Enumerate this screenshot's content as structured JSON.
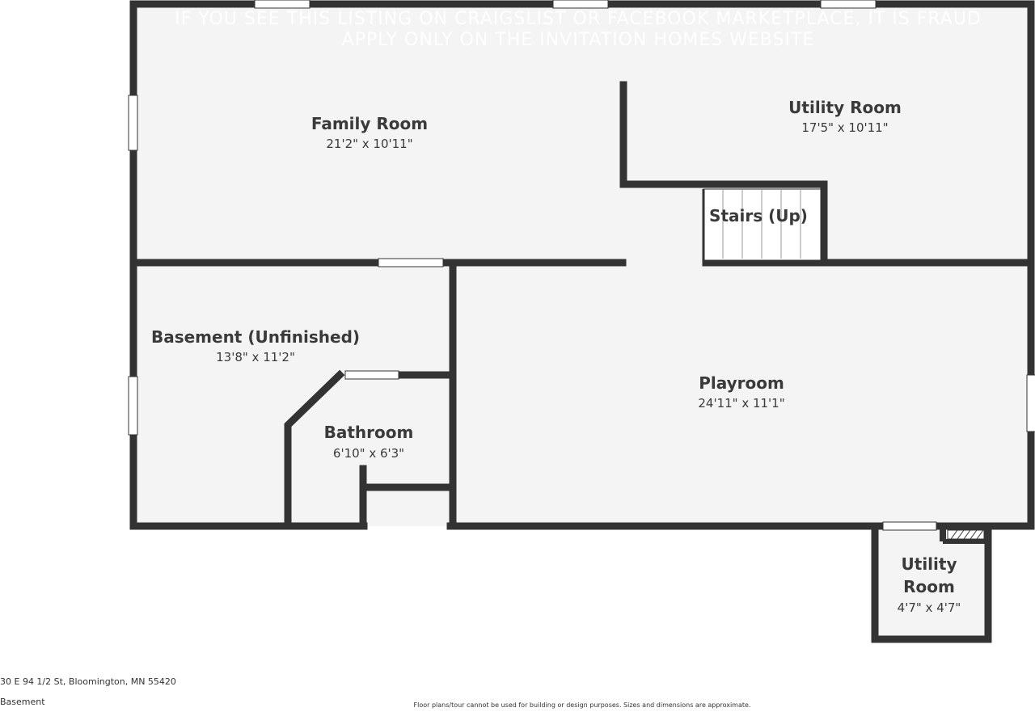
{
  "watermark": {
    "line1": "IF YOU SEE THIS LISTING ON CRAIGSLIST OR FACEBOOK MARKETPLACE, IT IS FRAUD",
    "line2": "APPLY ONLY ON THE INVITATION HOMES WEBSITE"
  },
  "rooms": {
    "family": {
      "name": "Family Room",
      "dims": "21'2\" x 10'11\""
    },
    "utility": {
      "name": "Utility Room",
      "dims": "17'5\" x 10'11\""
    },
    "stairs": {
      "name": "Stairs (Up)"
    },
    "basement": {
      "name": "Basement (Unfinished)",
      "dims": "13'8\" x 11'2\""
    },
    "bathroom": {
      "name": "Bathroom",
      "dims": "6'10\" x 6'3\""
    },
    "playroom": {
      "name": "Playroom",
      "dims": "24'11\" x 11'1\""
    },
    "utility_small": {
      "name_line1": "Utility",
      "name_line2": "Room",
      "dims": "4'7\" x 4'7\""
    }
  },
  "footer": {
    "address": "30 E 94 1/2 St, Bloomington, MN 55420",
    "floor": "Basement",
    "disclaimer": "Floor plans/tour cannot be used for building or design purposes. Sizes and dimensions are approximate."
  },
  "colors": {
    "wall": "#333333",
    "floor": "#f4f4f4",
    "window": "#ffffff"
  }
}
